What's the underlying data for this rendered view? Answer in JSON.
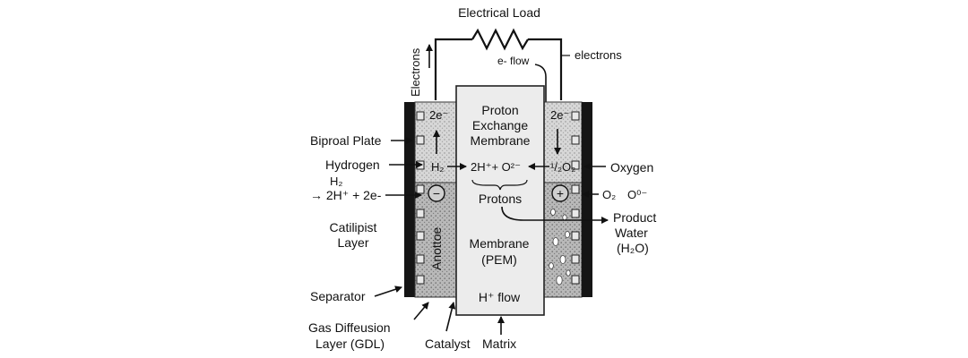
{
  "load": {
    "title": "Electrical Load"
  },
  "wires": {
    "left_label": "Electrons",
    "right_label": "electrons",
    "flow_label": "e- flow"
  },
  "cell": {
    "anode_electrons": "2e⁻",
    "cathode_electrons": "2e⁻",
    "membrane_title_1": "Proton",
    "membrane_title_2": "Exchange",
    "membrane_title_3": "Membrane",
    "h2": "H₂",
    "reaction": "2H⁺+ O²⁻",
    "o2_half": "¹/₂O₂",
    "protons": "Protons",
    "membrane_name_1": "Membrane",
    "membrane_name_2": "(PEM)",
    "h_flow": "H⁺ flow",
    "anode_label": "Anottoe",
    "minus_sign": "−",
    "plus_sign": "+"
  },
  "left_labels": {
    "bipolar_plate": "Biproal Plate",
    "hydrogen": "Hydrogen",
    "h2": "H₂",
    "reaction": "→ 2H⁺ + 2e-",
    "catalyst_layer_1": "Catilipist",
    "catalyst_layer_2": "Layer",
    "separator": "Separator",
    "gdl_1": "Gas Diffeusion",
    "gdl_2": "Layer (GDL)"
  },
  "right_labels": {
    "oxygen": "Oxygen",
    "o2": "O₂",
    "o_ion": "O⁰⁻",
    "product_1": "Product",
    "product_2": "Water",
    "product_3": "(H₂O)"
  },
  "bottom_labels": {
    "catalyst": "Catalyst",
    "matrix": "Matrix"
  }
}
